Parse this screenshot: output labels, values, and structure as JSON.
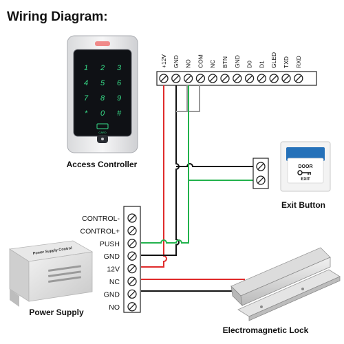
{
  "title": "Wiring Diagram:",
  "controller": {
    "caption": "Access Controller",
    "keys": [
      "1",
      "2",
      "3",
      "4",
      "5",
      "6",
      "7",
      "8",
      "9",
      "*",
      "0",
      "#"
    ],
    "card_label": "CARD",
    "terminals": [
      "+12V",
      "GND",
      "NO",
      "COM",
      "NC",
      "BTN",
      "GND",
      "D0",
      "D1",
      "GLED",
      "TXD",
      "RXD"
    ]
  },
  "exit_button": {
    "caption": "Exit Button",
    "panel_text": "DOOR",
    "exit_text": "EXIT"
  },
  "power_supply": {
    "caption": "Power Supply",
    "label_text": "Power Supply Control",
    "terminals": [
      "CONTROL-",
      "CONTROL+",
      "PUSH",
      "GND",
      "12V",
      "NC",
      "GND",
      "NO"
    ]
  },
  "lock": {
    "caption": "Electromagnetic Lock"
  },
  "colors": {
    "wire_red": "#e02a2a",
    "wire_green": "#22b24c",
    "wire_black": "#111111",
    "wire_gray": "#9a9a9a",
    "keypad_glow": "#37e08a"
  }
}
